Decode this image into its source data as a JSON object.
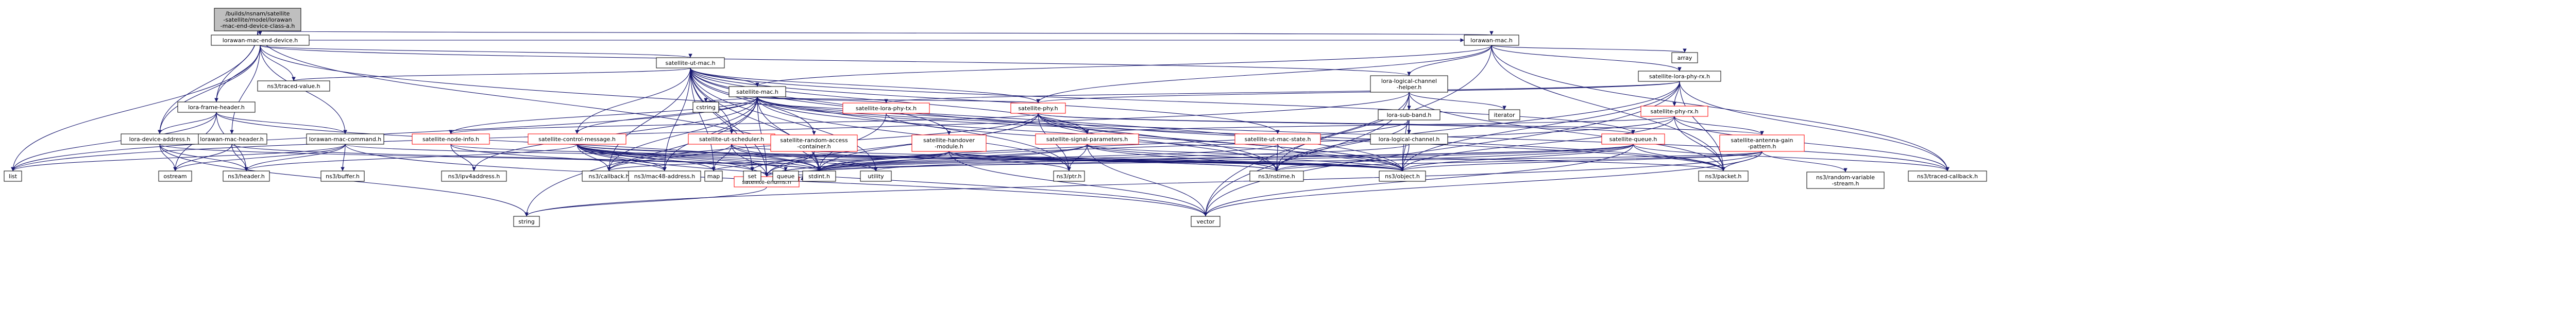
{
  "colors": {
    "root_fill": "#bfbfbf",
    "node_fill": "#ffffff",
    "node_border": "#000000",
    "local_border": "#ff0000",
    "edge_color": "#191970"
  },
  "nodes": [
    {
      "id": "root",
      "lines": [
        "/builds/nsnam/satellite",
        "-satellite/model/lorawan",
        "-mac-end-device-class-a.h"
      ],
      "kind": "root"
    },
    {
      "id": "ed",
      "lines": [
        "lorawan-mac-end-device.h"
      ],
      "kind": "normal"
    },
    {
      "id": "lmac",
      "lines": [
        "lorawan-mac.h"
      ],
      "kind": "normal"
    },
    {
      "id": "utmac",
      "lines": [
        "satellite-ut-mac.h"
      ],
      "kind": "normal"
    },
    {
      "id": "smac",
      "lines": [
        "satellite-mac.h"
      ],
      "kind": "normal"
    },
    {
      "id": "lrphyrx",
      "lines": [
        "satellite-lora-phy-rx.h"
      ],
      "kind": "normal"
    },
    {
      "id": "lch",
      "lines": [
        "lora-logical-channel",
        "-helper.h"
      ],
      "kind": "normal"
    },
    {
      "id": "frame",
      "lines": [
        "lora-frame-header.h"
      ],
      "kind": "normal"
    },
    {
      "id": "subband",
      "lines": [
        "lora-sub-band.h"
      ],
      "kind": "normal"
    },
    {
      "id": "lmheader",
      "lines": [
        "lorawan-mac-header.h"
      ],
      "kind": "normal"
    },
    {
      "id": "lmcmd",
      "lines": [
        "lorawan-mac-command.h"
      ],
      "kind": "normal"
    },
    {
      "id": "ldevaddr",
      "lines": [
        "lora-device-address.h"
      ],
      "kind": "normal"
    },
    {
      "id": "loratx",
      "lines": [
        "satellite-lora-phy-tx.h"
      ],
      "kind": "local"
    },
    {
      "id": "sphy",
      "lines": [
        "satellite-phy.h"
      ],
      "kind": "local"
    },
    {
      "id": "sphyrx",
      "lines": [
        "satellite-phy-rx.h"
      ],
      "kind": "local"
    },
    {
      "id": "nodeinfo",
      "lines": [
        "satellite-node-info.h"
      ],
      "kind": "local"
    },
    {
      "id": "ctrlmsg",
      "lines": [
        "satellite-control-message.h"
      ],
      "kind": "local"
    },
    {
      "id": "utsched",
      "lines": [
        "satellite-ut-scheduler.h"
      ],
      "kind": "local"
    },
    {
      "id": "rac",
      "lines": [
        "satellite-random-access",
        "-container.h"
      ],
      "kind": "local"
    },
    {
      "id": "handover",
      "lines": [
        "satellite-handover",
        "-module.h"
      ],
      "kind": "local"
    },
    {
      "id": "sigparam",
      "lines": [
        "satellite-signal-parameters.h"
      ],
      "kind": "local"
    },
    {
      "id": "utmacstate",
      "lines": [
        "satellite-ut-mac-state.h"
      ],
      "kind": "local"
    },
    {
      "id": "lchan",
      "lines": [
        "lora-logical-channel.h"
      ],
      "kind": "normal"
    },
    {
      "id": "squeue",
      "lines": [
        "satellite-queue.h"
      ],
      "kind": "local"
    },
    {
      "id": "antenna",
      "lines": [
        "satellite-antenna-gain",
        "-pattern.h"
      ],
      "kind": "local"
    },
    {
      "id": "enums",
      "lines": [
        "satellite-enums.h"
      ],
      "kind": "local"
    },
    {
      "id": "tracedvalue",
      "lines": [
        "ns3/traced-value.h"
      ],
      "kind": "normal"
    },
    {
      "id": "cstring",
      "lines": [
        "cstring"
      ],
      "kind": "normal"
    },
    {
      "id": "array",
      "lines": [
        "array"
      ],
      "kind": "normal"
    },
    {
      "id": "iterator",
      "lines": [
        "iterator"
      ],
      "kind": "normal"
    },
    {
      "id": "list",
      "lines": [
        "list"
      ],
      "kind": "normal"
    },
    {
      "id": "ostream",
      "lines": [
        "ostream"
      ],
      "kind": "normal"
    },
    {
      "id": "header",
      "lines": [
        "ns3/header.h"
      ],
      "kind": "normal"
    },
    {
      "id": "ipv4",
      "lines": [
        "ns3/ipv4address.h"
      ],
      "kind": "normal"
    },
    {
      "id": "buffer",
      "lines": [
        "ns3/buffer.h"
      ],
      "kind": "normal"
    },
    {
      "id": "callback",
      "lines": [
        "ns3/callback.h"
      ],
      "kind": "normal"
    },
    {
      "id": "mac48",
      "lines": [
        "ns3/mac48-address.h"
      ],
      "kind": "normal"
    },
    {
      "id": "map",
      "lines": [
        "map"
      ],
      "kind": "normal"
    },
    {
      "id": "set",
      "lines": [
        "set"
      ],
      "kind": "normal"
    },
    {
      "id": "queue",
      "lines": [
        "queue"
      ],
      "kind": "normal"
    },
    {
      "id": "stdint",
      "lines": [
        "stdint.h"
      ],
      "kind": "normal"
    },
    {
      "id": "utility",
      "lines": [
        "utility"
      ],
      "kind": "normal"
    },
    {
      "id": "nstime",
      "lines": [
        "ns3/nstime.h"
      ],
      "kind": "normal"
    },
    {
      "id": "ptr",
      "lines": [
        "ns3/ptr.h"
      ],
      "kind": "normal"
    },
    {
      "id": "object",
      "lines": [
        "ns3/object.h"
      ],
      "kind": "normal"
    },
    {
      "id": "packet",
      "lines": [
        "ns3/packet.h"
      ],
      "kind": "normal"
    },
    {
      "id": "random",
      "lines": [
        "ns3/random-variable",
        "-stream.h"
      ],
      "kind": "normal"
    },
    {
      "id": "tracedcb",
      "lines": [
        "ns3/traced-callback.h"
      ],
      "kind": "normal"
    },
    {
      "id": "string",
      "lines": [
        "string"
      ],
      "kind": "normal"
    },
    {
      "id": "vector",
      "lines": [
        "vector"
      ],
      "kind": "normal"
    }
  ],
  "edges": [
    [
      "root",
      "ed"
    ],
    [
      "root",
      "frame"
    ],
    [
      "root",
      "ldevaddr"
    ],
    [
      "root",
      "lmac"
    ],
    [
      "root",
      "stdint"
    ],
    [
      "ed",
      "lmac"
    ],
    [
      "ed",
      "utmac"
    ],
    [
      "ed",
      "frame"
    ],
    [
      "ed",
      "lmheader"
    ],
    [
      "ed",
      "lmcmd"
    ],
    [
      "ed",
      "ldevaddr"
    ],
    [
      "ed",
      "lch"
    ],
    [
      "ed",
      "tracedvalue"
    ],
    [
      "ed",
      "list"
    ],
    [
      "ed",
      "object"
    ],
    [
      "lmac",
      "smac"
    ],
    [
      "lmac",
      "lrphyrx"
    ],
    [
      "lmac",
      "lch"
    ],
    [
      "lmac",
      "sphy"
    ],
    [
      "lmac",
      "array"
    ],
    [
      "lmac",
      "packet"
    ],
    [
      "lmac",
      "tracedcb"
    ],
    [
      "lmac",
      "vector"
    ],
    [
      "utmac",
      "smac"
    ],
    [
      "utmac",
      "utsched"
    ],
    [
      "utmac",
      "rac"
    ],
    [
      "utmac",
      "handover"
    ],
    [
      "utmac",
      "utmacstate"
    ],
    [
      "utmac",
      "sphy"
    ],
    [
      "utmac",
      "squeue"
    ],
    [
      "utmac",
      "ctrlmsg"
    ],
    [
      "utmac",
      "tracedvalue"
    ],
    [
      "utmac",
      "stdint"
    ],
    [
      "utmac",
      "ptr"
    ],
    [
      "utmac",
      "nstime"
    ],
    [
      "utmac",
      "callback"
    ],
    [
      "utmac",
      "mac48"
    ],
    [
      "utmac",
      "utility"
    ],
    [
      "utmac",
      "set"
    ],
    [
      "utmac",
      "map"
    ],
    [
      "utmac",
      "sigparam"
    ],
    [
      "utmac",
      "enums"
    ],
    [
      "smac",
      "sphy"
    ],
    [
      "smac",
      "nodeinfo"
    ],
    [
      "smac",
      "ctrlmsg"
    ],
    [
      "smac",
      "loratx"
    ],
    [
      "smac",
      "sigparam"
    ],
    [
      "smac",
      "cstring"
    ],
    [
      "smac",
      "list"
    ],
    [
      "smac",
      "ipv4"
    ],
    [
      "smac",
      "callback"
    ],
    [
      "smac",
      "mac48"
    ],
    [
      "smac",
      "object"
    ],
    [
      "smac",
      "packet"
    ],
    [
      "smac",
      "ptr"
    ],
    [
      "smac",
      "tracedcb"
    ],
    [
      "smac",
      "string"
    ],
    [
      "smac",
      "enums"
    ],
    [
      "smac",
      "stdint"
    ],
    [
      "lrphyrx",
      "sphyrx"
    ],
    [
      "lrphyrx",
      "loratx"
    ],
    [
      "lrphyrx",
      "sphy"
    ],
    [
      "lrphyrx",
      "nstime"
    ],
    [
      "lrphyrx",
      "object"
    ],
    [
      "lrphyrx",
      "packet"
    ],
    [
      "lrphyrx",
      "tracedcb"
    ],
    [
      "lrphyrx",
      "vector"
    ],
    [
      "lch",
      "lchan"
    ],
    [
      "lch",
      "subband"
    ],
    [
      "lch",
      "iterator"
    ],
    [
      "lch",
      "list"
    ],
    [
      "lch",
      "nstime"
    ],
    [
      "lch",
      "object"
    ],
    [
      "lch",
      "vector"
    ],
    [
      "lch",
      "packet"
    ],
    [
      "frame",
      "ldevaddr"
    ],
    [
      "frame",
      "lmcmd"
    ],
    [
      "frame",
      "header"
    ],
    [
      "frame",
      "list"
    ],
    [
      "frame",
      "ostream"
    ],
    [
      "frame",
      "stdint"
    ],
    [
      "subband",
      "lchan"
    ],
    [
      "subband",
      "nstime"
    ],
    [
      "subband",
      "object"
    ],
    [
      "subband",
      "stdint"
    ],
    [
      "lmheader",
      "header"
    ],
    [
      "lmheader",
      "ostream"
    ],
    [
      "lmheader",
      "stdint"
    ],
    [
      "lmcmd",
      "header"
    ],
    [
      "lmcmd",
      "buffer"
    ],
    [
      "lmcmd",
      "list"
    ],
    [
      "lmcmd",
      "object"
    ],
    [
      "lmcmd",
      "ostream"
    ],
    [
      "lmcmd",
      "vector"
    ],
    [
      "ldevaddr",
      "header"
    ],
    [
      "ldevaddr",
      "ostream"
    ],
    [
      "ldevaddr",
      "string"
    ],
    [
      "ldevaddr",
      "stdint"
    ],
    [
      "sphy",
      "sigparam"
    ],
    [
      "sphy",
      "squeue"
    ],
    [
      "sphy",
      "antenna"
    ],
    [
      "sphy",
      "nodeinfo"
    ],
    [
      "sphy",
      "ptr"
    ],
    [
      "sphy",
      "object"
    ],
    [
      "sphy",
      "packet"
    ],
    [
      "sphy",
      "callback"
    ],
    [
      "sphy",
      "nstime"
    ],
    [
      "sphy",
      "stdint"
    ],
    [
      "sphy",
      "enums"
    ],
    [
      "sphyrx",
      "antenna"
    ],
    [
      "sphyrx",
      "sigparam"
    ],
    [
      "sphyrx",
      "object"
    ],
    [
      "sphyrx",
      "packet"
    ],
    [
      "sphyrx",
      "tracedcb"
    ],
    [
      "sphyrx",
      "stdint"
    ],
    [
      "loratx",
      "stdint"
    ],
    [
      "loratx",
      "object"
    ],
    [
      "nodeinfo",
      "mac48"
    ],
    [
      "nodeinfo",
      "object"
    ],
    [
      "nodeinfo",
      "ipv4"
    ],
    [
      "ctrlmsg",
      "enums"
    ],
    [
      "ctrlmsg",
      "map"
    ],
    [
      "ctrlmsg",
      "set"
    ],
    [
      "ctrlmsg",
      "queue"
    ],
    [
      "ctrlmsg",
      "vector"
    ],
    [
      "ctrlmsg",
      "utility"
    ],
    [
      "ctrlmsg",
      "stdint"
    ],
    [
      "ctrlmsg",
      "mac48"
    ],
    [
      "ctrlmsg",
      "callback"
    ],
    [
      "ctrlmsg",
      "nstime"
    ],
    [
      "ctrlmsg",
      "object"
    ],
    [
      "ctrlmsg",
      "header"
    ],
    [
      "utsched",
      "enums"
    ],
    [
      "utsched",
      "stdint"
    ],
    [
      "utsched",
      "object"
    ],
    [
      "utsched",
      "utility"
    ],
    [
      "utsched",
      "callback"
    ],
    [
      "utsched",
      "map"
    ],
    [
      "rac",
      "enums"
    ],
    [
      "rac",
      "stdint"
    ],
    [
      "rac",
      "object"
    ],
    [
      "rac",
      "set"
    ],
    [
      "handover",
      "enums"
    ],
    [
      "handover",
      "nstime"
    ],
    [
      "handover",
      "object"
    ],
    [
      "handover",
      "ptr"
    ],
    [
      "handover",
      "callback"
    ],
    [
      "handover",
      "vector"
    ],
    [
      "handover",
      "map"
    ],
    [
      "sigparam",
      "enums"
    ],
    [
      "sigparam",
      "nstime"
    ],
    [
      "sigparam",
      "ptr"
    ],
    [
      "sigparam",
      "object"
    ],
    [
      "sigparam",
      "packet"
    ],
    [
      "sigparam",
      "vector"
    ],
    [
      "sigparam",
      "stdint"
    ],
    [
      "utmacstate",
      "nstime"
    ],
    [
      "utmacstate",
      "object"
    ],
    [
      "utmacstate",
      "stdint"
    ],
    [
      "lchan",
      "object"
    ],
    [
      "lchan",
      "stdint"
    ],
    [
      "squeue",
      "object"
    ],
    [
      "squeue",
      "packet"
    ],
    [
      "squeue",
      "tracedcb"
    ],
    [
      "squeue",
      "nstime"
    ],
    [
      "squeue",
      "vector"
    ],
    [
      "squeue",
      "stdint"
    ],
    [
      "squeue",
      "enums"
    ],
    [
      "squeue",
      "utility"
    ],
    [
      "antenna",
      "random"
    ],
    [
      "antenna",
      "object"
    ],
    [
      "antenna",
      "vector"
    ],
    [
      "antenna",
      "packet"
    ],
    [
      "antenna",
      "string"
    ],
    [
      "antenna",
      "stdint"
    ],
    [
      "antenna",
      "nstime"
    ],
    [
      "enums",
      "string"
    ],
    [
      "enums",
      "stdint"
    ]
  ]
}
